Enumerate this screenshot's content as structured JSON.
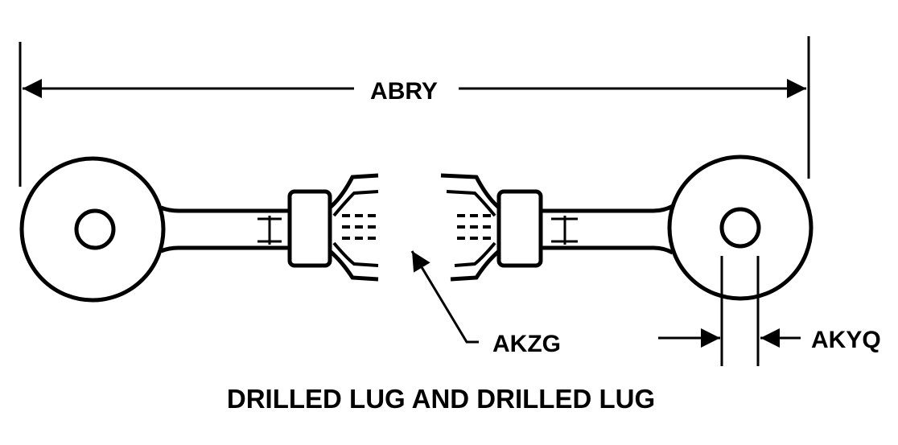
{
  "labels": {
    "overall_length": "ABRY",
    "thread_size": "AKZG",
    "hole_diameter": "AKYQ"
  },
  "caption": "DRILLED LUG AND DRILLED LUG",
  "colors": {
    "line": "#000000",
    "background": "#ffffff"
  }
}
